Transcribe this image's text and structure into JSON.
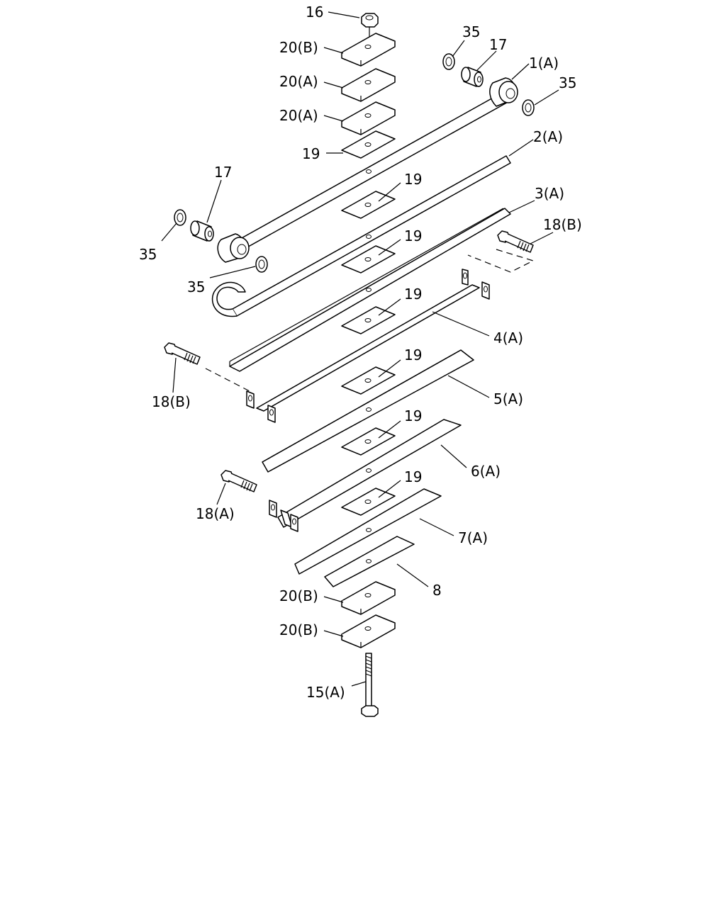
{
  "callouts": {
    "c16": "16",
    "c20b_top": "20(B)",
    "c20a_1": "20(A)",
    "c20a_2": "20(A)",
    "c19_top": "19",
    "c35_tr": "35",
    "c17_tr": "17",
    "c1a": "1(A)",
    "c35_r": "35",
    "c2a": "2(A)",
    "c17_l": "17",
    "c35_l": "35",
    "c35_l2": "35",
    "c3a": "3(A)",
    "c18b_r": "18(B)",
    "c19_1": "19",
    "c19_2": "19",
    "c19_3": "19",
    "c4a": "4(A)",
    "c18b_l": "18(B)",
    "c19_4": "19",
    "c5a": "5(A)",
    "c19_5": "19",
    "c6a": "6(A)",
    "c18a": "18(A)",
    "c19_6": "19",
    "c7a": "7(A)",
    "c8": "8",
    "c20b_b1": "20(B)",
    "c20b_b2": "20(B)",
    "c15a": "15(A)"
  }
}
